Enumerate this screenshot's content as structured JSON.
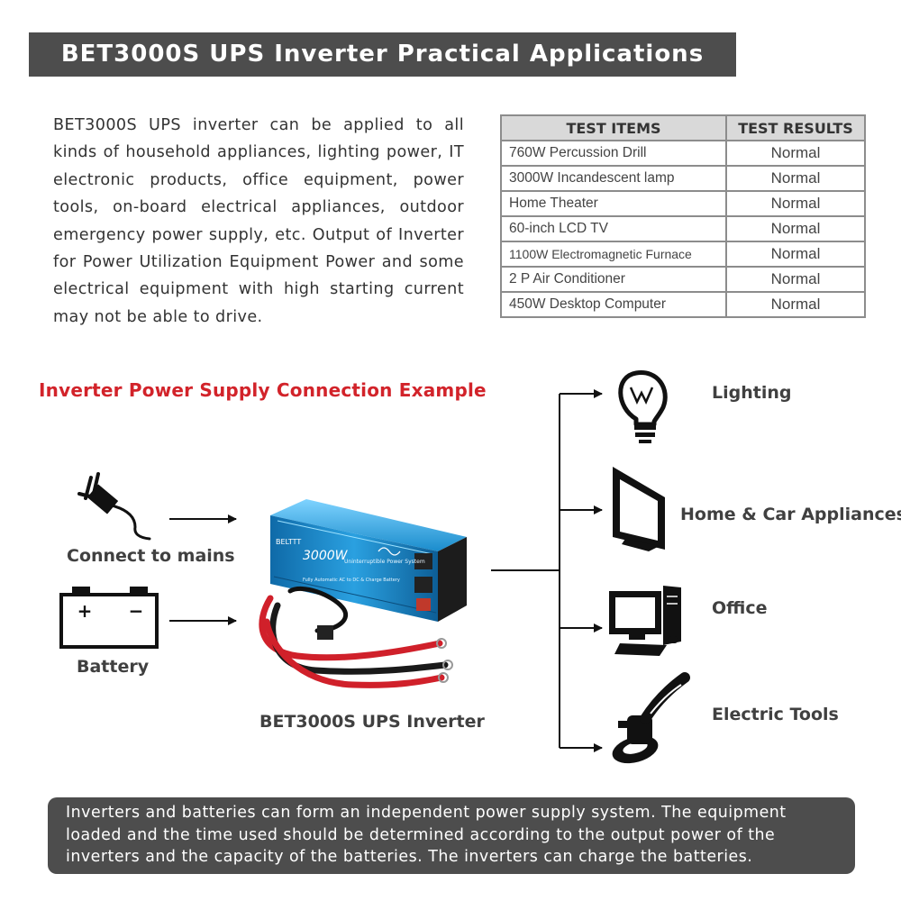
{
  "header": {
    "title": "BET3000S UPS Inverter Practical Applications"
  },
  "intro": {
    "text": "BET3000S UPS inverter can be applied to all kinds of household appliances, lighting power, IT electronic products, office equipment, power tools, on-board electrical appliances, outdoor emergency power supply, etc. Output of Inverter for Power Utilization Equipment Power and some electrical equipment with high starting current may not be able to drive."
  },
  "test_table": {
    "headers": [
      "TEST ITEMS",
      "TEST RESULTS"
    ],
    "rows": [
      {
        "item": "760W Percussion Drill",
        "result": "Normal"
      },
      {
        "item": "3000W Incandescent lamp",
        "result": "Normal"
      },
      {
        "item": "Home Theater",
        "result": "Normal"
      },
      {
        "item": "60-inch LCD TV",
        "result": "Normal"
      },
      {
        "item": "1100W Electromagnetic Furnace",
        "result": "Normal"
      },
      {
        "item": "2 P Air Conditioner",
        "result": "Normal"
      },
      {
        "item": "450W Desktop Computer",
        "result": "Normal"
      }
    ]
  },
  "diagram": {
    "title": "Inverter Power Supply Connection Example",
    "inputs": {
      "mains": "Connect to mains",
      "battery": "Battery"
    },
    "inverter": {
      "caption": "BET3000S UPS Inverter",
      "brand": "BELTTT",
      "power": "3000W",
      "product_name": "Uninterruptible Power System",
      "feature_line": "Fully Automatic AC to DC & Charge Battery"
    },
    "battery_signs": {
      "plus": "+",
      "minus": "−"
    },
    "outputs": {
      "lighting": "Lighting",
      "home_car": "Home & Car Appliances",
      "office": "Office",
      "tools": "Electric Tools"
    }
  },
  "footer_note": {
    "text": "Inverters and batteries can form an independent power supply system. The equipment loaded and the time used should be determined according to the output power of the inverters and the capacity of the batteries. The inverters can charge the batteries."
  },
  "colors": {
    "header_bg": "#4d4d4d",
    "accent_red": "#d2232a",
    "inverter_blue": "#1a8ccc",
    "cable_red": "#d0202a"
  }
}
